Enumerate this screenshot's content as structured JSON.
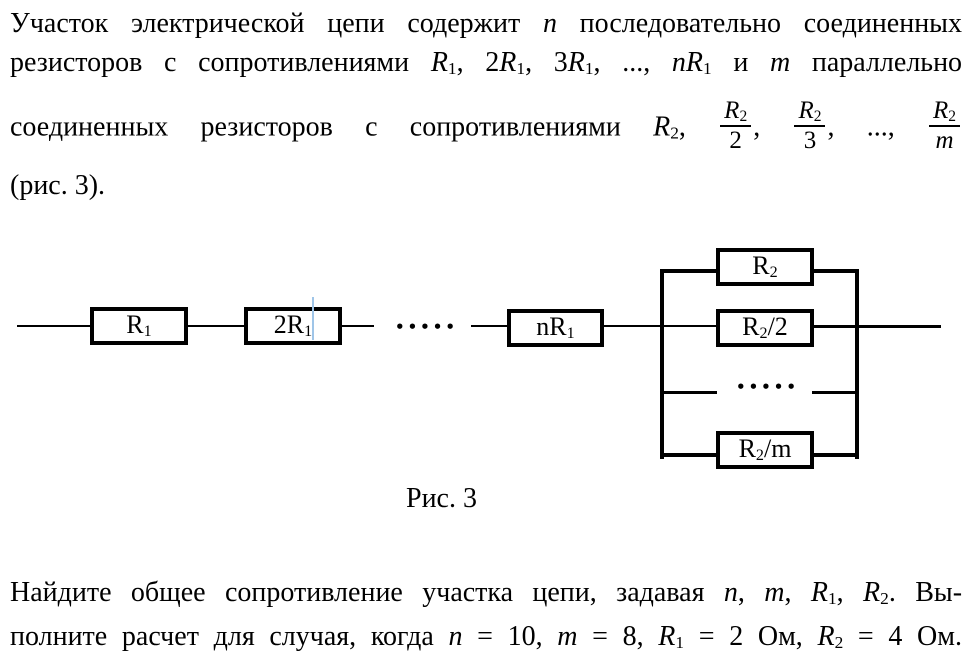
{
  "page": {
    "background": "#ffffff",
    "text_color": "#000000"
  },
  "problem_text": {
    "line1": [
      {
        "t": "Участок электрической цепи содержит "
      },
      {
        "t": "n",
        "i": true
      },
      {
        "t": " последовательно соединенных"
      }
    ],
    "line2": [
      {
        "t": "резисторов с сопротивлениями "
      },
      {
        "t": "R",
        "i": true
      },
      {
        "t": "1",
        "sub": true
      },
      {
        "t": ", 2"
      },
      {
        "t": "R",
        "i": true
      },
      {
        "t": "1",
        "sub": true
      },
      {
        "t": ", 3"
      },
      {
        "t": "R",
        "i": true
      },
      {
        "t": "1",
        "sub": true
      },
      {
        "t": ", ..., "
      },
      {
        "t": "nR",
        "i": true
      },
      {
        "t": "1",
        "sub": true
      },
      {
        "t": " и "
      },
      {
        "t": "m",
        "i": true
      },
      {
        "t": " параллельно"
      }
    ],
    "line3": [
      {
        "t": "соединенных резисторов с сопротивлениями "
      },
      {
        "t": "R",
        "i": true
      },
      {
        "t": "2",
        "sub": true
      },
      {
        "t": ", "
      },
      {
        "frac": {
          "num": [
            {
              "t": "R",
              "i": true
            },
            {
              "t": "2",
              "sub": true
            }
          ],
          "den": [
            {
              "t": "2"
            }
          ]
        }
      },
      {
        "t": ", "
      },
      {
        "frac": {
          "num": [
            {
              "t": "R",
              "i": true
            },
            {
              "t": "2",
              "sub": true
            }
          ],
          "den": [
            {
              "t": "3"
            }
          ]
        }
      },
      {
        "t": ", ..., "
      },
      {
        "frac": {
          "num": [
            {
              "t": "R",
              "i": true
            },
            {
              "t": "2",
              "sub": true
            }
          ],
          "den": [
            {
              "t": "m",
              "i": true
            }
          ]
        }
      }
    ],
    "line4": [
      {
        "t": "(рис. 3)."
      }
    ]
  },
  "figure": {
    "caption": "Рис. 3",
    "cursor_color": "#9fc5e8",
    "wire_color": "#000000",
    "series": {
      "resistor1_label": [
        {
          "t": "R"
        },
        {
          "t": "1",
          "sub": true
        }
      ],
      "resistor2_label": [
        {
          "t": "2R"
        },
        {
          "t": "1",
          "sub": true
        }
      ],
      "resistorN_label": [
        {
          "t": "nR"
        },
        {
          "t": "1",
          "sub": true
        }
      ],
      "ellipsis": "•••••"
    },
    "parallel": {
      "branch1_label": [
        {
          "t": "R"
        },
        {
          "t": "2",
          "sub": true
        }
      ],
      "branch2_label": [
        {
          "t": "R"
        },
        {
          "t": "2",
          "sub": true
        },
        {
          "t": "/2"
        }
      ],
      "branchM_label": [
        {
          "t": "R"
        },
        {
          "t": "2",
          "sub": true
        },
        {
          "t": "/m"
        }
      ],
      "ellipsis": "•••••"
    }
  },
  "task_text": {
    "line1": [
      {
        "t": "Найдите общее сопротивление участка цепи, задавая "
      },
      {
        "t": "n",
        "i": true
      },
      {
        "t": ", "
      },
      {
        "t": "m",
        "i": true
      },
      {
        "t": ", "
      },
      {
        "t": "R",
        "i": true
      },
      {
        "t": "1",
        "sub": true
      },
      {
        "t": ", "
      },
      {
        "t": "R",
        "i": true
      },
      {
        "t": "2",
        "sub": true
      },
      {
        "t": ". Вы-"
      }
    ],
    "line2": [
      {
        "t": "полните расчет для случая, когда "
      },
      {
        "t": "n",
        "i": true
      },
      {
        "t": " = 10,  "
      },
      {
        "t": "m",
        "i": true
      },
      {
        "t": " = 8, "
      },
      {
        "t": "R",
        "i": true
      },
      {
        "t": "1",
        "sub": true
      },
      {
        "t": " = 2 Ом,  "
      },
      {
        "t": "R",
        "i": true
      },
      {
        "t": "2",
        "sub": true
      },
      {
        "t": " = 4 Ом."
      }
    ]
  }
}
